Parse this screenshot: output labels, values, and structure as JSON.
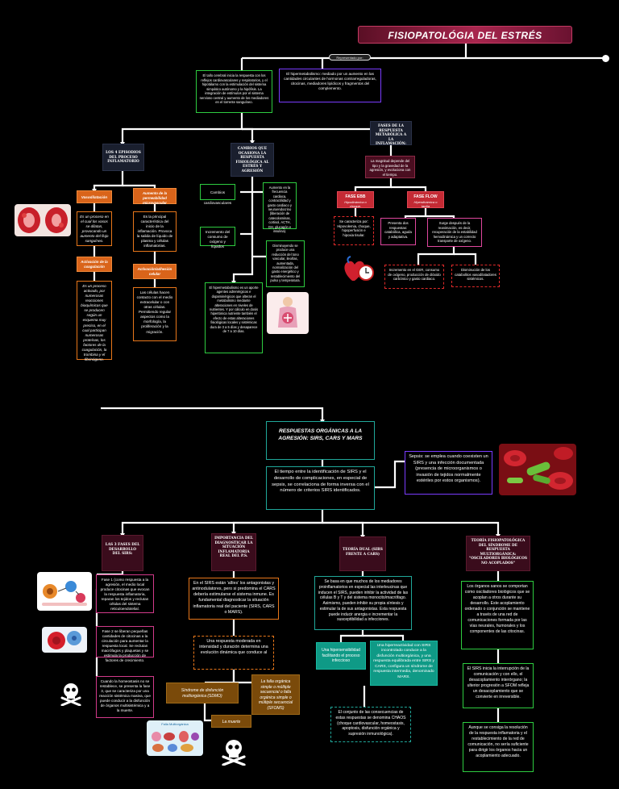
{
  "title": "FISIOPATOLÓGIA DEL ESTRÉS",
  "tag": "Representado por:",
  "top": {
    "intro": "El tallo cerebral inicia la respuesta con los reflejos cardiovasculares y respiratorios, y el hipotálamo con la estimulación del sistema simpático autónomo y la hipófisis. La integración de estímulos por el sistema nervioso central y aumento de los mediadores en el torrente sanguíneo.",
    "hyper": "El hipermetabolismo: mediado por un aumento en las cantidades circulantes de hormonas contrarreguladoras, citocinas, mediadores lipídicos y fragmentos del complemento.",
    "h_episodes": "LOS 4 EPISODIOS DEL PROCESO INFLAMATORIO",
    "h_changes": "CAMBIOS QUE OCASIONA LA RESPUESTA FISIOLÓGICA AL ESTRÉS Y AGRESIÓN",
    "h_phases": "FASES DE LA RESPUESTA METABÓLICA A LA INFLAMACIÓN:",
    "vaso_t": "Vasodilatación",
    "vaso_d": "Es un proceso en el cual los vasos se dilatan, provocando un aumento del flujo sanguíneo.",
    "perm_t": "Aumento de la permeabilidad microvascular",
    "perm_d": "Es la principal característica del inicio de la inflamación. Provoca la salida de líquido de plasma y células inflamatorias.",
    "coag_t": "Activación de la coagulación",
    "coag_d": "Es un proceso activado, por numerosas reacciones bioquímicas que se producen según un esquema muy preciso, en el cual participan numerosas proteínas, los factores de la coagulación, la trombina y el fibrinógeno.",
    "adh_t": "Activación/adhesión celular",
    "adh_d": "Las células hacen contacto con el medio extracelular o con otras células. Permitiendo regular aspectos como la morfología, la proliferación y la migración.",
    "c1": "Cambios cardiovasculares",
    "c2": "Aumento en la frecuencia cardiaca, contractilidad y gasto cardiaco y neuroendocrino (liberación de catecolaminas, cortisol, ACTH, GH, glucagón e insulina).",
    "c3": "Incremento del consumo de oxígeno y líquidos",
    "c4": "Disminuyendo se produce una reducción del tono vascular, ileoñas, aumentada, normalización del gasto energético y restablecimiento del pulso y temperatura.",
    "c5": "El hipermetabolismo es un aporte agentes adrenérgicos e dopaminérgicos que alteran el metabolismo mediante alteraciones en niveles de nutrientes. Y por cálculo en dosis hipertónica nutriente también el efecto de estas alteraciones fisiológicas locales y sistémicas dura de 3 a 5 días y desaparece de 7 a 10 días.",
    "magnitude": "La magnitud depende del tipo y la gravedad de la agresión, y evoluciona con el tiempo.",
    "ebb_t": "FASE EBB",
    "ebb_s": "Hipodinámica o choque.",
    "flow_t": "FASE FLOW",
    "flow_s": "Hiperdinámica o tardía",
    "ebb_d": "Se caracteriza por: Hipovolemia, choque, hipoperfusión e hipoxia tisular.",
    "flow_d1": "Presenta dos respuestas: catabólica, aguda y adaptativa.",
    "flow_d2": "Surge después de la reanimación, es decir, recuperación de la estabilidad hemodinámica y un correcto transporte de oxígeno.",
    "ger": "Incremento en el GER, consumo de oxígeno, producción de dióxido carbónico y gasto cardiaco.",
    "glc": "Disminución de los catabolitos vasodilatadores sistémicos."
  },
  "bottom": {
    "main_title": "RESPUESTAS ORGÁNICAS A LA AGRESIÓN: SIRS, CARS Y MARS",
    "time": "El tiempo entre la identificación de SIRS y el desarrollo de complicaciones, en especial de sepsis, se correlaciona de forma inversa con el número de criterios SIRS identificados.",
    "sepsis": "Sepsis: se emplea cuando coexisten un SIRS y una infección documentada (presencia de microorganismos o invasión de tejidos normalmente estériles por estos organismos).",
    "h1": "LAS 3 FASES DEL DESARROLLO DEL SIRS:",
    "h2": "IMPORTANCIA DEL DIAGNOSTICAR LA SITUACIÓN INFLAMATORIA REAL DEL P.S.",
    "h3": "TEORÍA DUAL (SIRS FRENTE A CARS)",
    "h4": "TEORÍA FISIOPATOLÓGICA DEL SÍNDROME DE RESPUESTA MULTIORGÁNICA: \"OSCILADORES BIOLÓGICOS NO ACOPLADOS\"",
    "f1": "Fase 1 (como respuesta a la agresión, el medio local produce citocinas que evocan la respuesta inflamatoria, reparan los tejidos y reclutan células del sistema reticuloendotelial.",
    "f2": "Fase 2 se liberan pequeñas cantidades de citocinas a la circulación para aumentar la respuesta local. Se reclutan macrófagos y plaquetas y se estimula la producción de factores de crecimiento.",
    "f3": "Cuando la homeostasis no se restablece, se presenta la fase 3, que se caracteriza por una reacción sistémica masiva, que puede conducir a la disfunción de órganos multisistémica y a la muerte.",
    "imp1": "En el SIRS están 'allíes' los antagonistas y antinodulatores, pero si predomina el CARS debería estimularse el sistema inmune. Es fundamental diagnosticar la situación inflamatoria real del paciente (SIRS, CARS o MARS).",
    "imp2": "Una respuesta moderada en intensidad y duración determina una evolución dinámica que conduce al",
    "imp3": "Síndrome de disfunción multiorgánica (SDMO)",
    "imp4": "La falla orgánica simple o múltiple secuencial o falla orgánica simple o múltiple secuencial (SFOMS)",
    "imp5": "La muerte",
    "organ_lbl": "Falla Multiorgánica",
    "d1": "Se basa en que muchos de los mediadores proinflamatorios en especial las interleucinas que inducen el SIRS, pueden inhibir la actividad de las células B y T y del sistema monocito/macrófago. Asimismo, pueden inhibir su propia síntesis y estimular la de sus antagonistas. Esta respuesta puede inducir anergia e incrementar la susceptibilidad a infecciones.",
    "d2": "Una hipersensibilidad facilitando el proceso infeccioso",
    "d3": "Una hiperreactividad con SIRS incontrolado conduce a la disfunción multiorgánica, y una respuesta equilibrada entre SIRS y CARS, configura un síndrome de respuesta intermedia, denominado MARS.",
    "d4": "El conjunto de las consecuencias de estas respuestas se denomina CHAOS (choque cardiovascular, homeostasis, apoptosis, disfunción orgánica y supresión inmunológica).",
    "o1": "Los órganos sanos se comportan como osciladores biológicos que se acoplan a otros durante su desarrollo. Este acoplamiento ordenado o conjunción se mantiene a través de una red de comunicaciones formada por las vías neurales, humorales y los componentes de las citocinas.",
    "o2": "El SIRS inicia la interrupción de la comunicación y con ello, el desacoplamiento interórgano; la ulterior progresión a SFOM refleja un desacoplamiento que se convierte en irreversible.",
    "o3": "Aunque se consiga la resolución de la respuesta inflamatoria y el restablecimiento de la red de comunicación, no sería suficiente para dirigir los órganos hacia un acoplamiento adecuado."
  }
}
